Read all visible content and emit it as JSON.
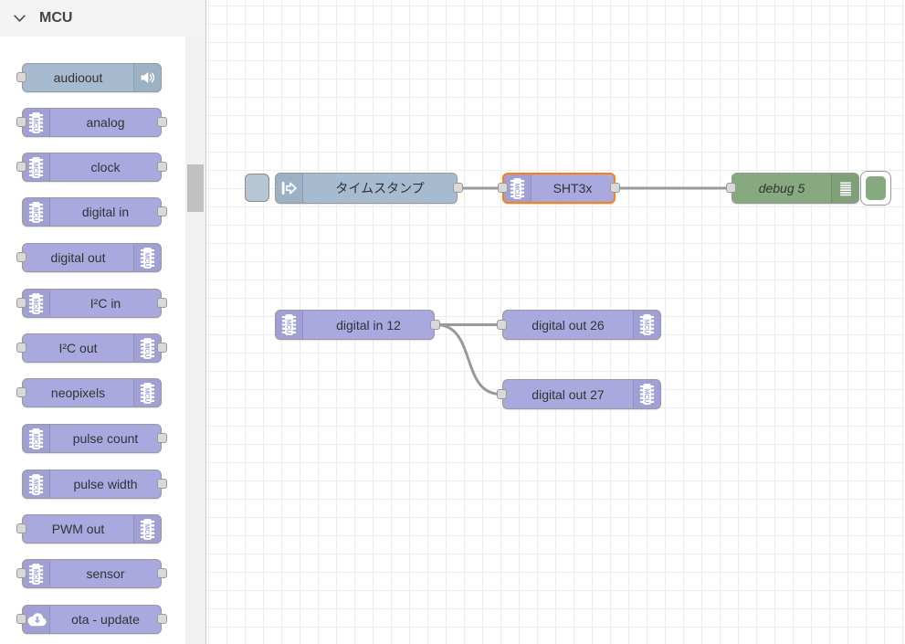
{
  "palette": {
    "header": {
      "label": "MCU"
    },
    "nodes": [
      {
        "label": "audioout",
        "icon": "speaker-icon"
      },
      {
        "label": "analog",
        "icon": "mcu-chip-icon"
      },
      {
        "label": "clock",
        "icon": "mcu-chip-icon"
      },
      {
        "label": "digital in",
        "icon": "mcu-chip-icon"
      },
      {
        "label": "digital out",
        "icon": "mcu-chip-icon"
      },
      {
        "label": "I²C in",
        "icon": "mcu-chip-icon"
      },
      {
        "label": "I²C out",
        "icon": "mcu-chip-icon"
      },
      {
        "label": "neopixels",
        "icon": "mcu-chip-icon"
      },
      {
        "label": "pulse count",
        "icon": "mcu-chip-icon"
      },
      {
        "label": "pulse width",
        "icon": "mcu-chip-icon"
      },
      {
        "label": "PWM out",
        "icon": "mcu-chip-icon"
      },
      {
        "label": "sensor",
        "icon": "mcu-chip-icon"
      },
      {
        "label": "ota - update",
        "icon": "cloud-download-icon"
      }
    ]
  },
  "canvas": {
    "nodes": [
      {
        "label": "タイムスタンプ",
        "type": "inject"
      },
      {
        "label": "SHT3x",
        "type": "mcu",
        "selected": true
      },
      {
        "label": "debug 5",
        "type": "debug"
      },
      {
        "label": "digital in 12",
        "type": "mcu"
      },
      {
        "label": "digital out 26",
        "type": "mcu"
      },
      {
        "label": "digital out 27",
        "type": "mcu"
      }
    ]
  },
  "colors": {
    "mcu_node": "#a9a9e0",
    "inject_node": "#a6bbcf",
    "debug_node": "#87a980",
    "selected_border": "#ff7f0e",
    "wire": "#999999",
    "port": "#d9d9d9"
  }
}
